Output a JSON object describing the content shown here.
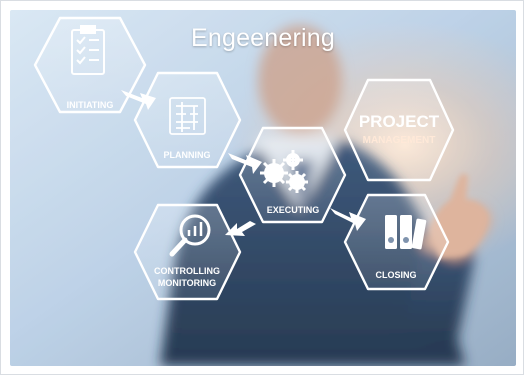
{
  "title": "Engeenering",
  "diagram": {
    "initiating": "INITIATING",
    "planning": "PLANNING",
    "executing": "EXECUTING",
    "controlling_line1": "CONTROLLING",
    "controlling_line2": "MONITORING",
    "closing": "CLOSING",
    "project_line1": "PROJECT",
    "project_line2": "MANAGEMENT"
  },
  "icons": {
    "initiating": "clipboard-checklist-icon",
    "planning": "blueprint-chart-icon",
    "executing": "gears-icon",
    "controlling": "magnifier-chart-icon",
    "closing": "binders-icon"
  },
  "colors": {
    "sky": "#c9dcee",
    "suit": "#1f3552",
    "skin": "#d9a98f",
    "hex_stroke": "#ffffff",
    "arrow": "#ffffff",
    "title_text": "#ffffff"
  }
}
